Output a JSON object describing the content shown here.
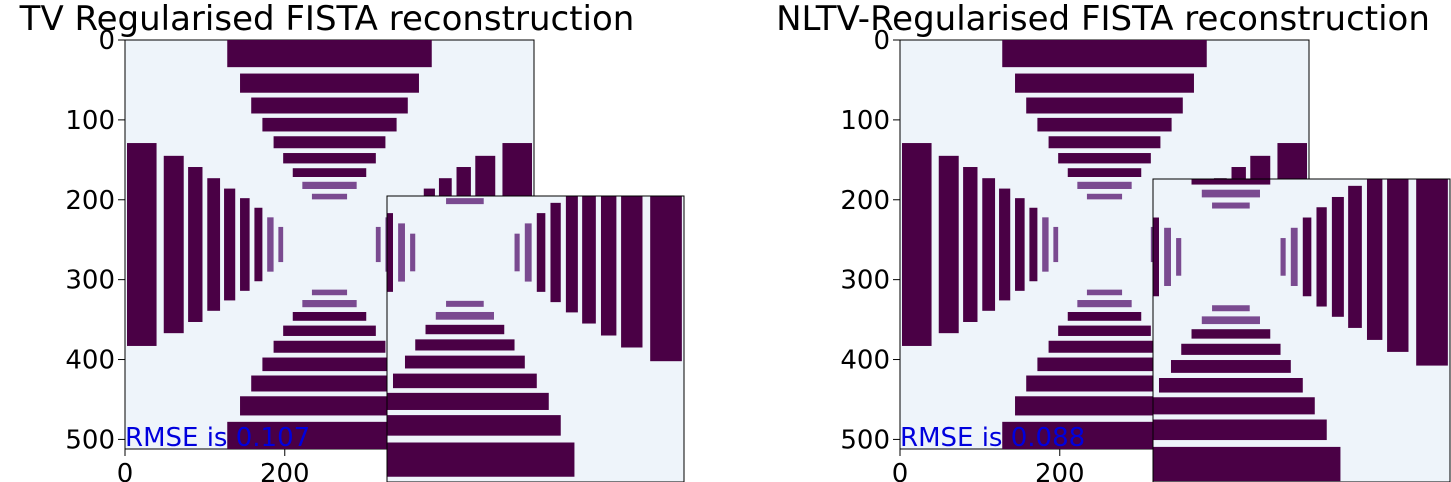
{
  "colors": {
    "bar": "#4a0045",
    "bar_light": "#7a4a90",
    "background": "#eef4fa",
    "edge": "#c8d8ea",
    "annotation": "#0000dd"
  },
  "chart_data": [
    {
      "type": "heatmap",
      "title": "TV Regularised FISTA reconstruction",
      "x_ticks": [
        "0",
        "200"
      ],
      "y_ticks": [
        "0",
        "100",
        "200",
        "300",
        "400",
        "500"
      ],
      "x_tick_values": [
        0,
        200
      ],
      "y_tick_values": [
        0,
        100,
        200,
        300,
        400,
        500
      ],
      "xlim": [
        0,
        512
      ],
      "ylim": [
        512,
        0
      ],
      "annotation": "RMSE is 0.107",
      "rmse": 0.107,
      "colormap": "BuPu",
      "has_zoom_inset": true
    },
    {
      "type": "heatmap",
      "title": "NLTV-Regularised FISTA reconstruction",
      "x_ticks": [
        "0",
        "200"
      ],
      "y_ticks": [
        "0",
        "100",
        "200",
        "300",
        "400",
        "500"
      ],
      "x_tick_values": [
        0,
        200
      ],
      "y_tick_values": [
        0,
        100,
        200,
        300,
        400,
        500
      ],
      "xlim": [
        0,
        512
      ],
      "ylim": [
        512,
        0
      ],
      "annotation": "RMSE is 0.088",
      "rmse": 0.088,
      "colormap": "BuPu",
      "has_zoom_inset": true
    }
  ]
}
